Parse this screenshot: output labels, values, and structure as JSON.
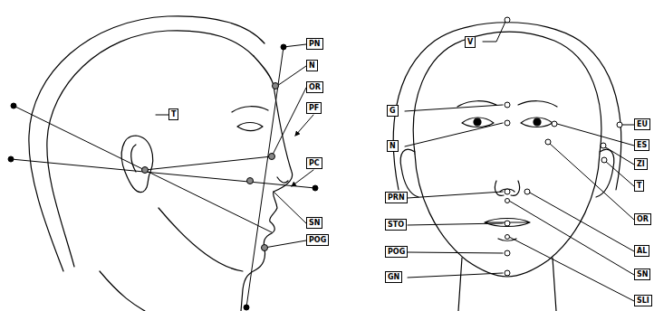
{
  "diagram": {
    "nodes": [
      {
        "text": [
          "T"
        ]
      },
      {
        "text": [
          "PN"
        ]
      },
      {
        "text": [
          "N"
        ]
      },
      {
        "text": [
          "OR"
        ]
      },
      {
        "text": [
          "PF"
        ]
      },
      {
        "text": [
          "PC"
        ]
      },
      {
        "text": [
          "SN"
        ]
      },
      {
        "text": [
          "POG"
        ]
      },
      {
        "text": [
          "V"
        ]
      },
      {
        "text": [
          "G"
        ]
      },
      {
        "text": [
          "N"
        ]
      },
      {
        "text": [
          "PRN"
        ]
      },
      {
        "text": [
          "STO"
        ]
      },
      {
        "text": [
          "POG"
        ]
      },
      {
        "text": [
          "GN"
        ]
      },
      {
        "text": [
          "EU"
        ]
      },
      {
        "text": [
          "ES"
        ]
      },
      {
        "text": [
          "ZI"
        ]
      },
      {
        "text": [
          "T"
        ]
      },
      {
        "text": [
          "OR"
        ]
      },
      {
        "text": [
          "AL"
        ]
      },
      {
        "text": [
          "SN"
        ]
      },
      {
        "text": [
          "SLI"
        ]
      }
    ]
  }
}
